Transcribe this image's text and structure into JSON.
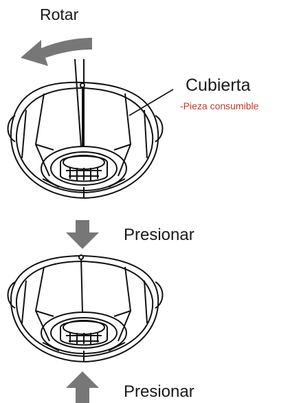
{
  "labels": {
    "rotate": "Rotar",
    "cover": "Cubierta",
    "cover_note": "-Pieza consumible",
    "press_top": "Presionar",
    "press_bottom": "Presionar"
  },
  "colors": {
    "arrow_gray": "#777777",
    "note_red": "#c0392b",
    "line": "#111111"
  },
  "icons": {
    "rotate_arrow": "curved-arrow-left-icon",
    "press_down_arrow": "arrow-down-icon",
    "press_up_arrow": "arrow-up-icon"
  }
}
